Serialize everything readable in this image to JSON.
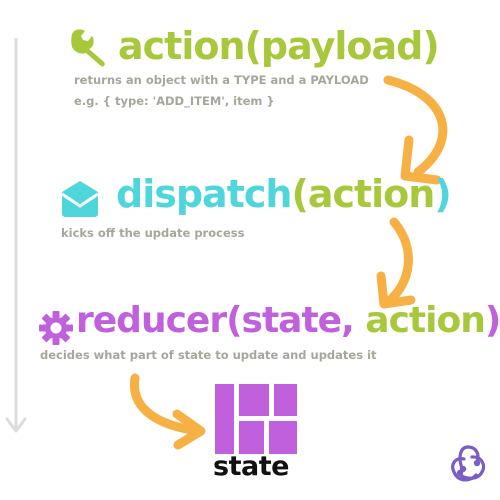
{
  "steps": {
    "action": {
      "fn": "action",
      "paren_open": "(",
      "arg": "payload",
      "paren_close": ")",
      "desc1": "returns an object with a TYPE and a PAYLOAD",
      "desc2": "e.g. { type: 'ADD_ITEM', item }",
      "icon": "wrench-icon"
    },
    "dispatch": {
      "fn": "dispatch",
      "paren_open": "(",
      "arg": "action",
      "paren_close": ")",
      "desc": "kicks off the update process",
      "icon": "envelope-icon"
    },
    "reducer": {
      "fn": "reducer",
      "paren_open": "(",
      "arg1": "state, ",
      "arg2": "action",
      "paren_close": ")",
      "desc": "decides what part of state to update and updates it",
      "icon": "gear-icon"
    },
    "state": {
      "label": "state",
      "icon": "layout-grid-icon"
    }
  },
  "logo": "redux-logo-icon",
  "colors": {
    "green": "#a8c83c",
    "cyan": "#4fd6dc",
    "purple": "#c060dc",
    "arrow": "#f7b044",
    "desc": "#a3a89a",
    "timeline": "#dcdcdc"
  }
}
